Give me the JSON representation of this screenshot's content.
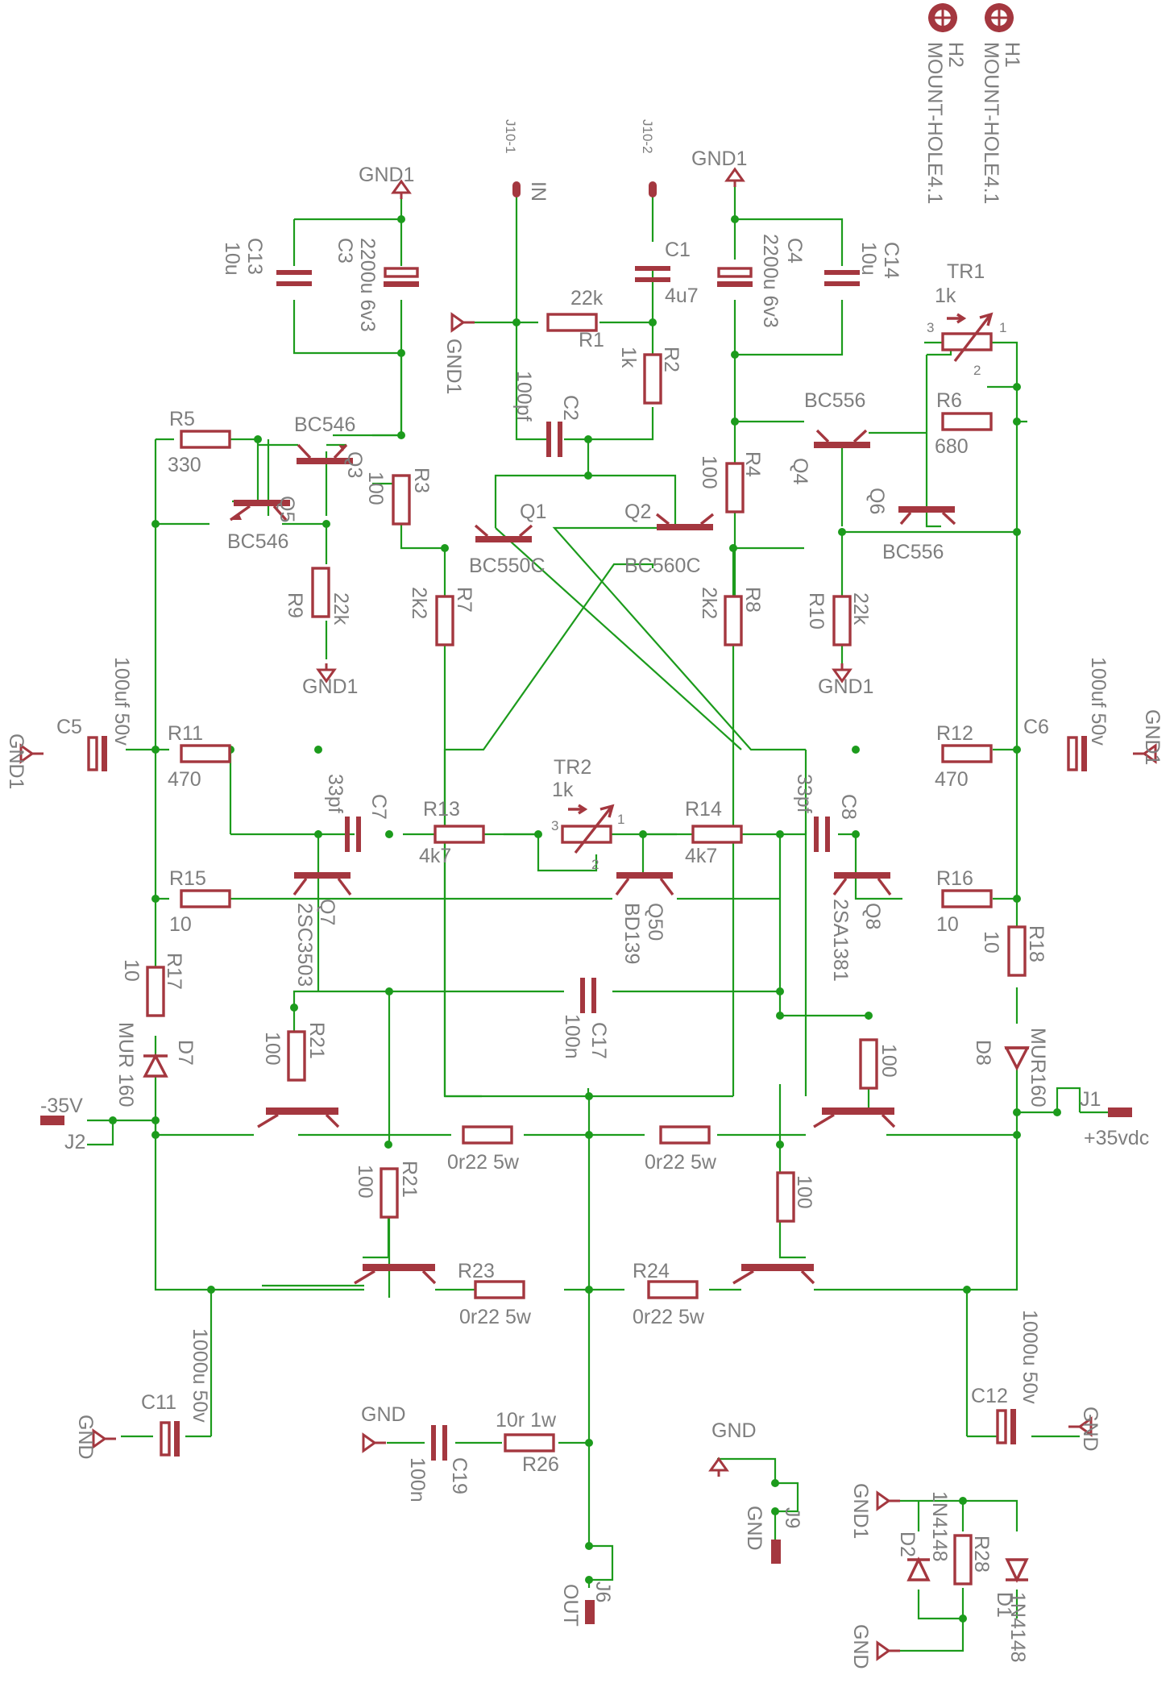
{
  "grounds": {
    "gnd1_top_left": "GND1",
    "gnd1_top_right": "GND1",
    "gnd1_input": "GND1",
    "gnd1_r9": "GND1",
    "gnd1_r10": "GND1",
    "gnd1_c5": "GND1",
    "gnd1_c6": "GND1",
    "gnd_c11": "GND",
    "gnd_c12": "GND",
    "gnd_c19": "GND",
    "gnd_j9a": "GND",
    "gnd_j9b": "GND",
    "gnd1_d": "GND1",
    "gnd_d": "GND"
  },
  "mounts": {
    "h1_ref": "H1",
    "h1_val": "MOUNT-HOLE4.1",
    "h2_ref": "H2",
    "h2_val": "MOUNT-HOLE4.1"
  },
  "connectors": {
    "j10_1": "J10-1",
    "in": "IN",
    "j10_2": "J10-2",
    "j1": "J1",
    "pos": "+35vdc",
    "j2": "J2",
    "neg": "-35V",
    "j6": "J6",
    "out": "OUT",
    "j9": "J9"
  },
  "caps": {
    "c1": "C1",
    "c1v": "4u7",
    "c2": "C2",
    "c2v": "100pf",
    "c3": "C3",
    "c3v": "2200u 6v3",
    "c4": "C4",
    "c4v": "2200u 6v3",
    "c5": "C5",
    "c5v": "100uf 50v",
    "c6": "C6",
    "c6v": "100uf 50v",
    "c7": "C7",
    "c7v": "33pf",
    "c8": "C8",
    "c8v": "33pf",
    "c11": "C11",
    "c11v": "1000u 50v",
    "c12": "C12",
    "c12v": "1000u 50v",
    "c13": "C13",
    "c13v": "10u",
    "c14": "C14",
    "c14v": "10u",
    "c17": "C17",
    "c17v": "100n",
    "c19": "C19",
    "c19v": "100n"
  },
  "resistors": {
    "r1": "R1",
    "r1v": "22k",
    "r2": "R2",
    "r2v": "1k",
    "r3": "R3",
    "r3v": "100",
    "r4": "R4",
    "r4v": "100",
    "r5": "R5",
    "r5v": "330",
    "r6": "R6",
    "r6v": "680",
    "r7": "R7",
    "r7v": "2k2",
    "r8": "R8",
    "r8v": "2k2",
    "r9": "R9",
    "r9v": "22k",
    "r10": "R10",
    "r10v": "22k",
    "r11": "R11",
    "r11v": "470",
    "r12": "R12",
    "r12v": "470",
    "r13": "R13",
    "r13v": "4k7",
    "r14": "R14",
    "r14v": "4k7",
    "r15": "R15",
    "r15v": "10",
    "r16": "R16",
    "r16v": "10",
    "r17": "R17",
    "r17v": "10",
    "r18": "R18",
    "r18v": "10",
    "r21a": "R21",
    "r21av": "100",
    "r21b": "R21",
    "r21bv": "100",
    "r_right_a": "100",
    "r_right_b": "100",
    "r23": "R23",
    "r23v": "0r22 5w",
    "r24": "R24",
    "r24v": "0r22 5w",
    "r_emit_l": "0r22 5w",
    "r_emit_r": "0r22 5w",
    "r26": "R26",
    "r26v": "10r 1w",
    "r28": "R28"
  },
  "trimmers": {
    "tr1": "TR1",
    "tr1v": "1k",
    "tr2": "TR2",
    "tr2v": "1k",
    "p1": "1",
    "p2": "2",
    "p3": "3"
  },
  "transistors": {
    "q1": "Q1",
    "q1v": "BC550C",
    "q2": "Q2",
    "q2v": "BC560C",
    "q3": "Q3",
    "q3v": "BC546",
    "q4": "Q4",
    "q4v": "BC556",
    "q5": "Q5",
    "q5v": "BC546",
    "q6": "Q6",
    "q6v": "BC556",
    "q7": "Q7",
    "q7v": "2SC3503",
    "q8": "Q8",
    "q8v": "2SA1381",
    "q50": "Q50",
    "q50v": "BD139"
  },
  "diodes": {
    "d1": "D1",
    "d1v": "1N4148",
    "d2": "D2",
    "d2v": "1N4148",
    "d7": "D7",
    "d7v": "MUR 160",
    "d8": "D8",
    "d8v": "MUR160"
  }
}
